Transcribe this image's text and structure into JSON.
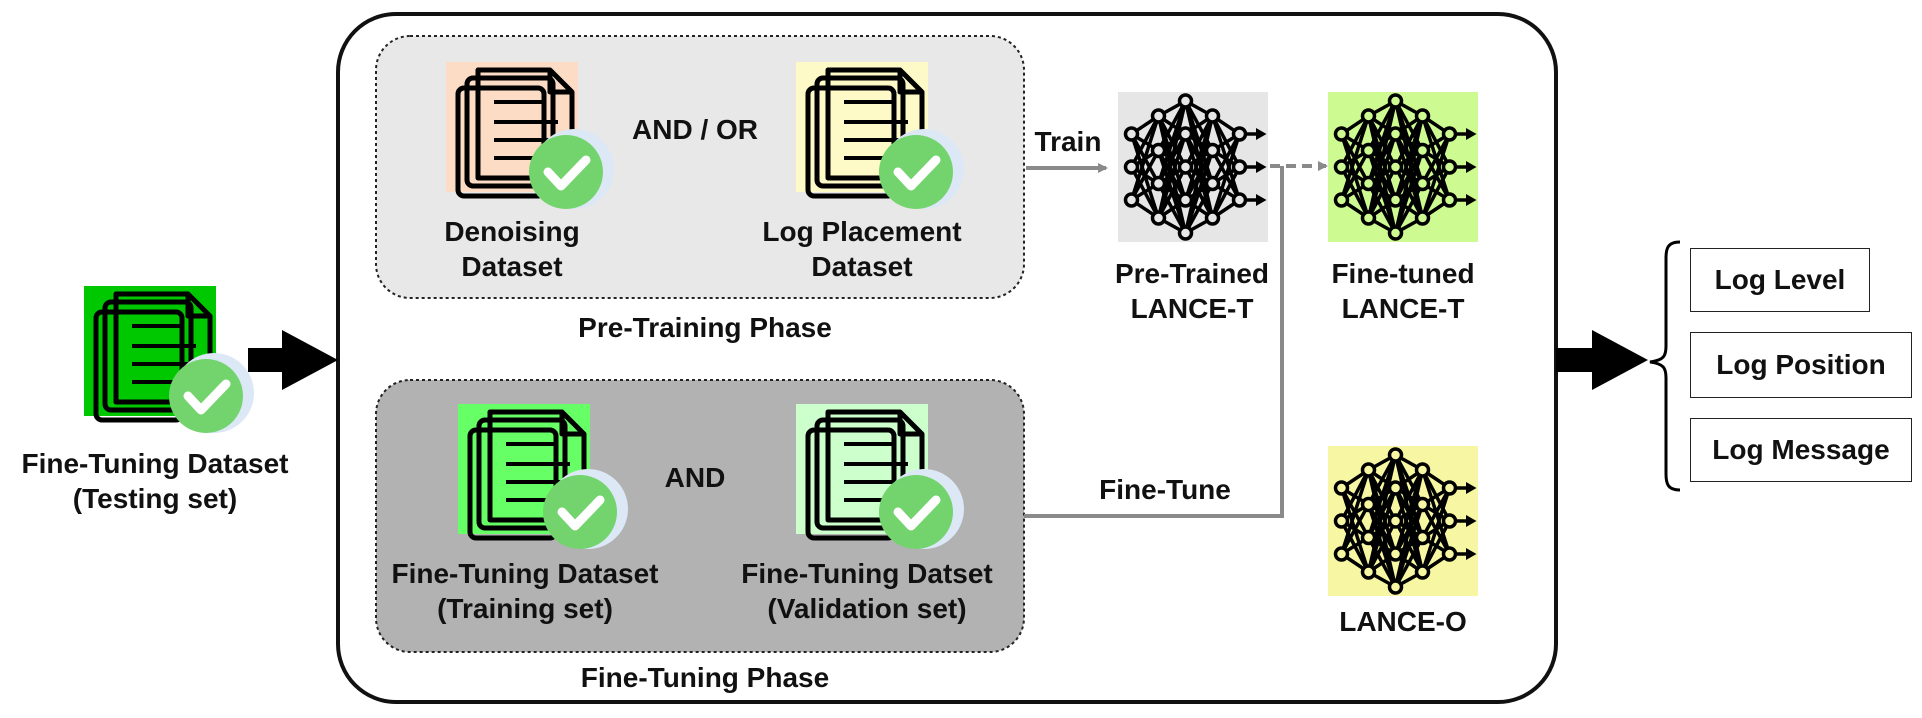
{
  "colors": {
    "denoising_doc": "#fcdcc4",
    "log_placement_doc": "#fdfac8",
    "testing_doc": "#00c800",
    "training_doc": "#66ff66",
    "validation_doc": "#ccffcc",
    "pretrained_net": "#e6e6e6",
    "finetuned_net": "#cdfa91",
    "lance_o_net": "#f7f7a3",
    "check": "#73d46e",
    "pretraining_panel": "#e8e8e8",
    "finetuning_panel": "#b2b2b2",
    "arrow": "#8a8a8a"
  },
  "icons": {
    "document": "document-stack-icon",
    "check": "check-badge-icon",
    "network": "neural-network-icon"
  },
  "inputs": {
    "testing_set": {
      "line1": "Fine-Tuning Dataset",
      "line2": "(Testing set)"
    }
  },
  "pretraining": {
    "title": "Pre-Training Phase",
    "connector": "AND / OR",
    "datasets": [
      {
        "line1": "Denoising",
        "line2": "Dataset"
      },
      {
        "line1": "Log Placement",
        "line2": "Dataset"
      }
    ],
    "edge_label": "Train"
  },
  "finetuning": {
    "title": "Fine-Tuning Phase",
    "connector": "AND",
    "datasets": [
      {
        "line1": "Fine-Tuning Dataset",
        "line2": "(Training set)"
      },
      {
        "line1": "Fine-Tuning Datset",
        "line2": "(Validation set)"
      }
    ],
    "edge_label": "Fine-Tune"
  },
  "models": {
    "pretrained": {
      "line1": "Pre-Trained",
      "line2": "LANCE-T"
    },
    "finetuned": {
      "line1": "Fine-tuned",
      "line2": "LANCE-T"
    },
    "lance_o": {
      "line1": "LANCE-O"
    }
  },
  "outputs": [
    "Log Level",
    "Log Position",
    "Log Message"
  ]
}
